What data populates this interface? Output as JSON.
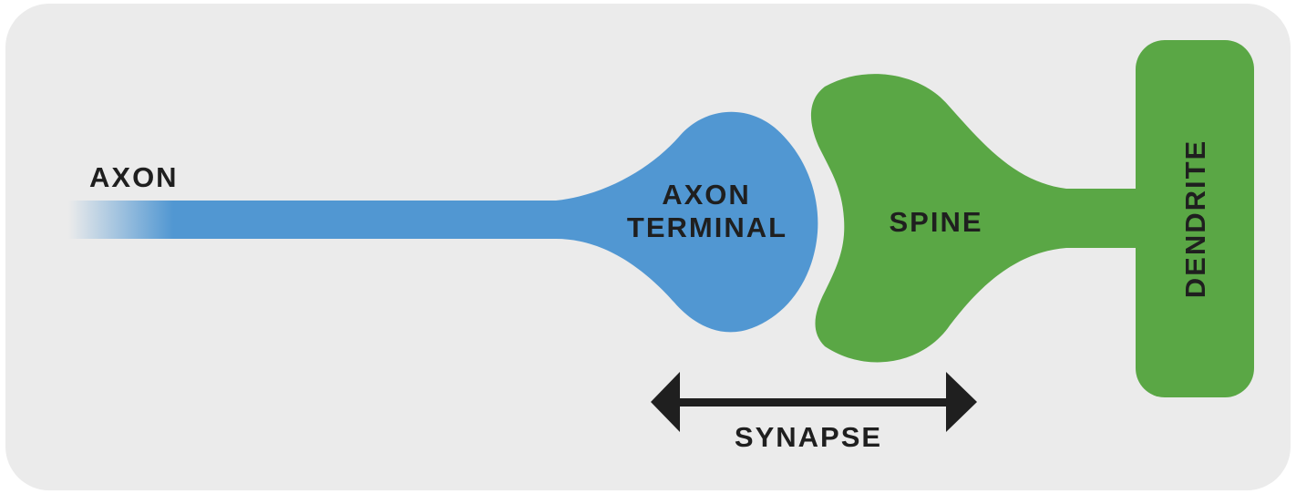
{
  "labels": {
    "axon": "AXON",
    "axon_terminal_line1": "AXON",
    "axon_terminal_line2": "TERMINAL",
    "spine": "SPINE",
    "dendrite": "DENDRITE",
    "synapse": "SYNAPSE"
  },
  "colors": {
    "panel_background": "#ebebeb",
    "axon_blue": "#5197d2",
    "spine_green": "#5aa745",
    "arrow": "#1f1f1f",
    "text": "#1f1f1f"
  }
}
